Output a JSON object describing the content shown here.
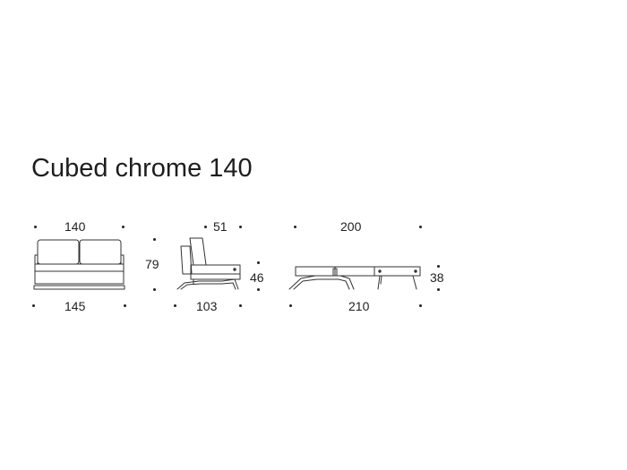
{
  "title": "Cubed chrome 140",
  "dimensions": {
    "front_width_top": "140",
    "front_width_bottom": "145",
    "front_height": "79",
    "side_depth_top": "51",
    "side_depth_bottom": "103",
    "side_seat_height": "46",
    "bed_length_top": "200",
    "bed_length_bottom": "210",
    "bed_height": "38"
  },
  "colors": {
    "line": "#333333",
    "text": "#1e1e1e"
  }
}
